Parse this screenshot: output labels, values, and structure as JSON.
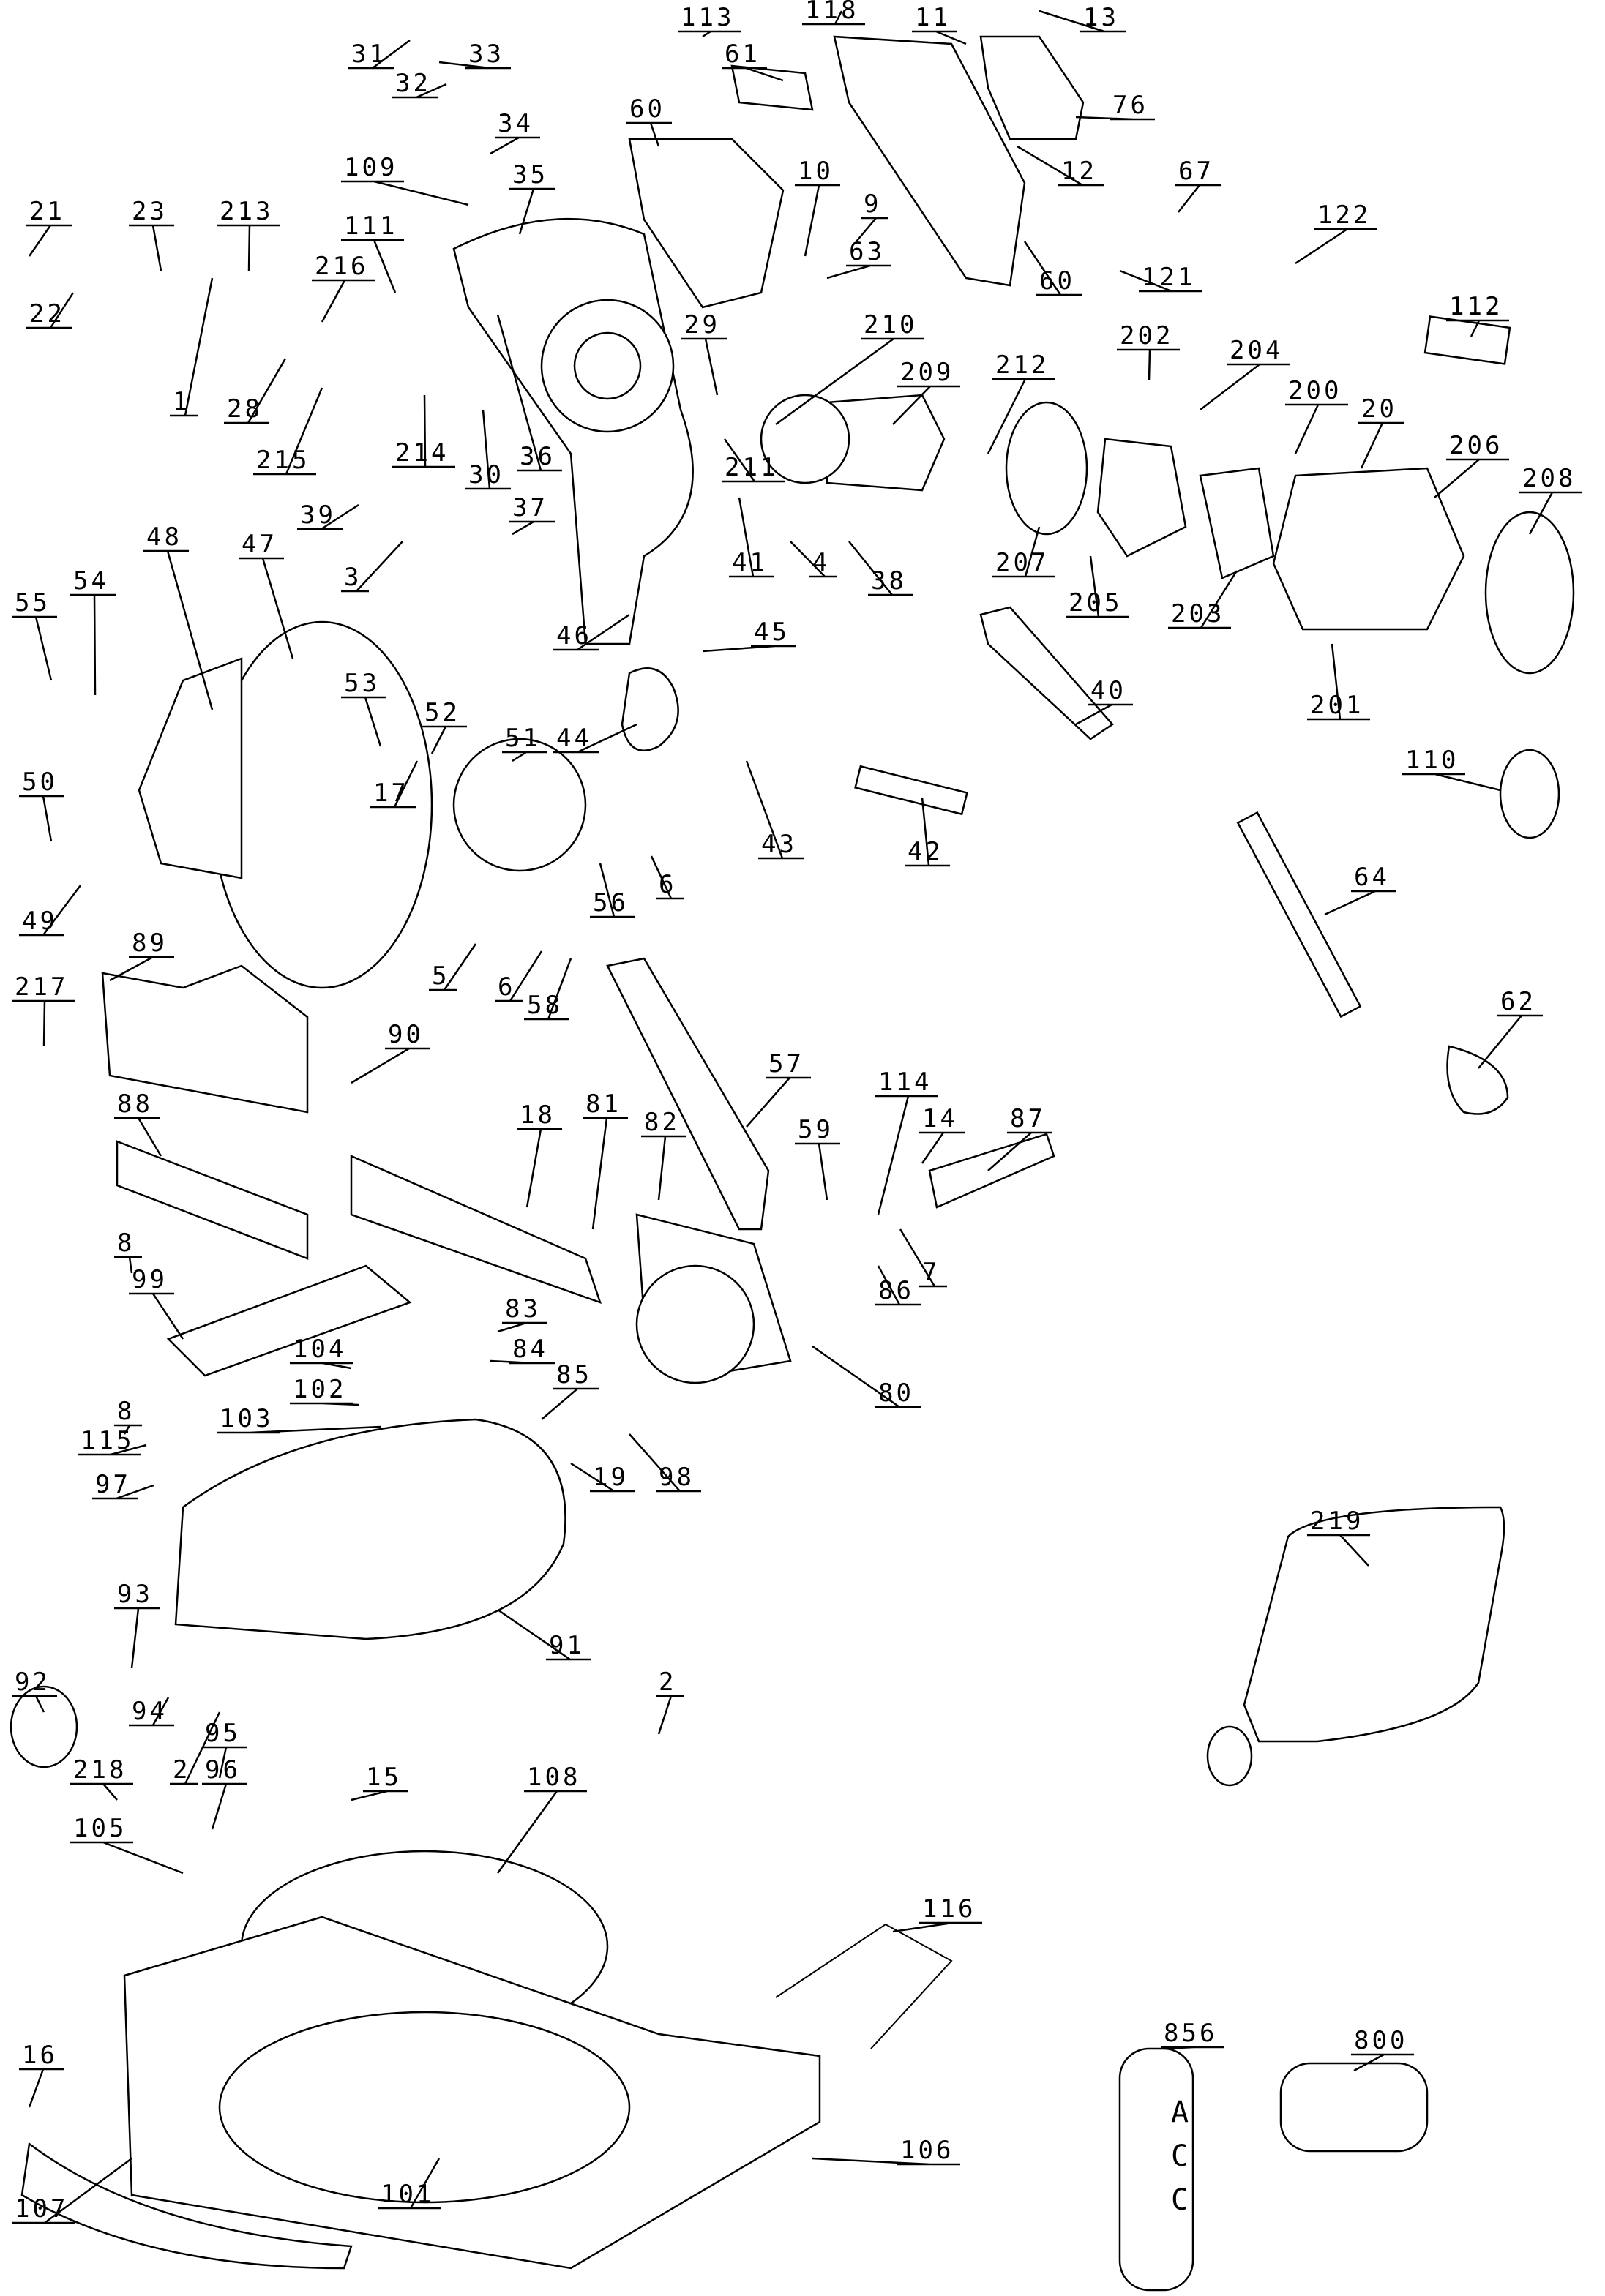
{
  "diagram": {
    "type": "exploded-parts-diagram",
    "subject": "miter saw",
    "parts": [
      {
        "id": "p1",
        "label": "1"
      },
      {
        "id": "p2a",
        "label": "2"
      },
      {
        "id": "p2b",
        "label": "2"
      },
      {
        "id": "p3",
        "label": "3"
      },
      {
        "id": "p4",
        "label": "4"
      },
      {
        "id": "p5",
        "label": "5"
      },
      {
        "id": "p6a",
        "label": "6"
      },
      {
        "id": "p6b",
        "label": "6"
      },
      {
        "id": "p7",
        "label": "7"
      },
      {
        "id": "p8a",
        "label": "8"
      },
      {
        "id": "p8b",
        "label": "8"
      },
      {
        "id": "p9",
        "label": "9"
      },
      {
        "id": "p10",
        "label": "10"
      },
      {
        "id": "p11",
        "label": "11"
      },
      {
        "id": "p12",
        "label": "12"
      },
      {
        "id": "p13",
        "label": "13"
      },
      {
        "id": "p14",
        "label": "14"
      },
      {
        "id": "p15",
        "label": "15"
      },
      {
        "id": "p16",
        "label": "16"
      },
      {
        "id": "p17",
        "label": "17"
      },
      {
        "id": "p18",
        "label": "18"
      },
      {
        "id": "p19",
        "label": "19"
      },
      {
        "id": "p20",
        "label": "20"
      },
      {
        "id": "p21",
        "label": "21"
      },
      {
        "id": "p22",
        "label": "22"
      },
      {
        "id": "p23",
        "label": "23"
      },
      {
        "id": "p28",
        "label": "28"
      },
      {
        "id": "p29",
        "label": "29"
      },
      {
        "id": "p30",
        "label": "30"
      },
      {
        "id": "p31",
        "label": "31"
      },
      {
        "id": "p32",
        "label": "32"
      },
      {
        "id": "p33",
        "label": "33"
      },
      {
        "id": "p34",
        "label": "34"
      },
      {
        "id": "p35",
        "label": "35"
      },
      {
        "id": "p36",
        "label": "36"
      },
      {
        "id": "p37",
        "label": "37"
      },
      {
        "id": "p38",
        "label": "38"
      },
      {
        "id": "p39",
        "label": "39"
      },
      {
        "id": "p40",
        "label": "40"
      },
      {
        "id": "p41",
        "label": "41"
      },
      {
        "id": "p42",
        "label": "42"
      },
      {
        "id": "p43",
        "label": "43"
      },
      {
        "id": "p44",
        "label": "44"
      },
      {
        "id": "p45",
        "label": "45"
      },
      {
        "id": "p46",
        "label": "46"
      },
      {
        "id": "p47",
        "label": "47"
      },
      {
        "id": "p48",
        "label": "48"
      },
      {
        "id": "p49",
        "label": "49"
      },
      {
        "id": "p50",
        "label": "50"
      },
      {
        "id": "p51",
        "label": "51"
      },
      {
        "id": "p52",
        "label": "52"
      },
      {
        "id": "p53",
        "label": "53"
      },
      {
        "id": "p54",
        "label": "54"
      },
      {
        "id": "p55",
        "label": "55"
      },
      {
        "id": "p56",
        "label": "56"
      },
      {
        "id": "p57",
        "label": "57"
      },
      {
        "id": "p58",
        "label": "58"
      },
      {
        "id": "p59",
        "label": "59"
      },
      {
        "id": "p60a",
        "label": "60"
      },
      {
        "id": "p60b",
        "label": "60"
      },
      {
        "id": "p61",
        "label": "61"
      },
      {
        "id": "p62",
        "label": "62"
      },
      {
        "id": "p63",
        "label": "63"
      },
      {
        "id": "p64",
        "label": "64"
      },
      {
        "id": "p67",
        "label": "67"
      },
      {
        "id": "p76",
        "label": "76"
      },
      {
        "id": "p80",
        "label": "80"
      },
      {
        "id": "p81",
        "label": "81"
      },
      {
        "id": "p82",
        "label": "82"
      },
      {
        "id": "p83",
        "label": "83"
      },
      {
        "id": "p84",
        "label": "84"
      },
      {
        "id": "p85",
        "label": "85"
      },
      {
        "id": "p86",
        "label": "86"
      },
      {
        "id": "p87",
        "label": "87"
      },
      {
        "id": "p88",
        "label": "88"
      },
      {
        "id": "p89",
        "label": "89"
      },
      {
        "id": "p90",
        "label": "90"
      },
      {
        "id": "p91",
        "label": "91"
      },
      {
        "id": "p92",
        "label": "92"
      },
      {
        "id": "p93",
        "label": "93"
      },
      {
        "id": "p94",
        "label": "94"
      },
      {
        "id": "p95",
        "label": "95"
      },
      {
        "id": "p96",
        "label": "96"
      },
      {
        "id": "p97",
        "label": "97"
      },
      {
        "id": "p98",
        "label": "98"
      },
      {
        "id": "p99",
        "label": "99"
      },
      {
        "id": "p101",
        "label": "101"
      },
      {
        "id": "p102",
        "label": "102"
      },
      {
        "id": "p103",
        "label": "103"
      },
      {
        "id": "p104",
        "label": "104"
      },
      {
        "id": "p105",
        "label": "105"
      },
      {
        "id": "p106",
        "label": "106"
      },
      {
        "id": "p107",
        "label": "107"
      },
      {
        "id": "p108",
        "label": "108"
      },
      {
        "id": "p109",
        "label": "109"
      },
      {
        "id": "p110",
        "label": "110"
      },
      {
        "id": "p111",
        "label": "111"
      },
      {
        "id": "p112",
        "label": "112"
      },
      {
        "id": "p113",
        "label": "113"
      },
      {
        "id": "p114",
        "label": "114"
      },
      {
        "id": "p115",
        "label": "115"
      },
      {
        "id": "p116",
        "label": "116"
      },
      {
        "id": "p118",
        "label": "118"
      },
      {
        "id": "p121",
        "label": "121"
      },
      {
        "id": "p122",
        "label": "122"
      },
      {
        "id": "p200",
        "label": "200"
      },
      {
        "id": "p201",
        "label": "201"
      },
      {
        "id": "p202",
        "label": "202"
      },
      {
        "id": "p203",
        "label": "203"
      },
      {
        "id": "p204",
        "label": "204"
      },
      {
        "id": "p205",
        "label": "205"
      },
      {
        "id": "p206",
        "label": "206"
      },
      {
        "id": "p207",
        "label": "207"
      },
      {
        "id": "p208",
        "label": "208"
      },
      {
        "id": "p209",
        "label": "209"
      },
      {
        "id": "p210",
        "label": "210"
      },
      {
        "id": "p211",
        "label": "211"
      },
      {
        "id": "p212",
        "label": "212"
      },
      {
        "id": "p213",
        "label": "213"
      },
      {
        "id": "p214",
        "label": "214"
      },
      {
        "id": "p215",
        "label": "215"
      },
      {
        "id": "p216",
        "label": "216"
      },
      {
        "id": "p217",
        "label": "217"
      },
      {
        "id": "p218",
        "label": "218"
      },
      {
        "id": "p219",
        "label": "219"
      },
      {
        "id": "p800",
        "label": "800"
      },
      {
        "id": "p856",
        "label": "856"
      }
    ],
    "accessory_card_text": [
      "A",
      "C",
      "C"
    ]
  }
}
